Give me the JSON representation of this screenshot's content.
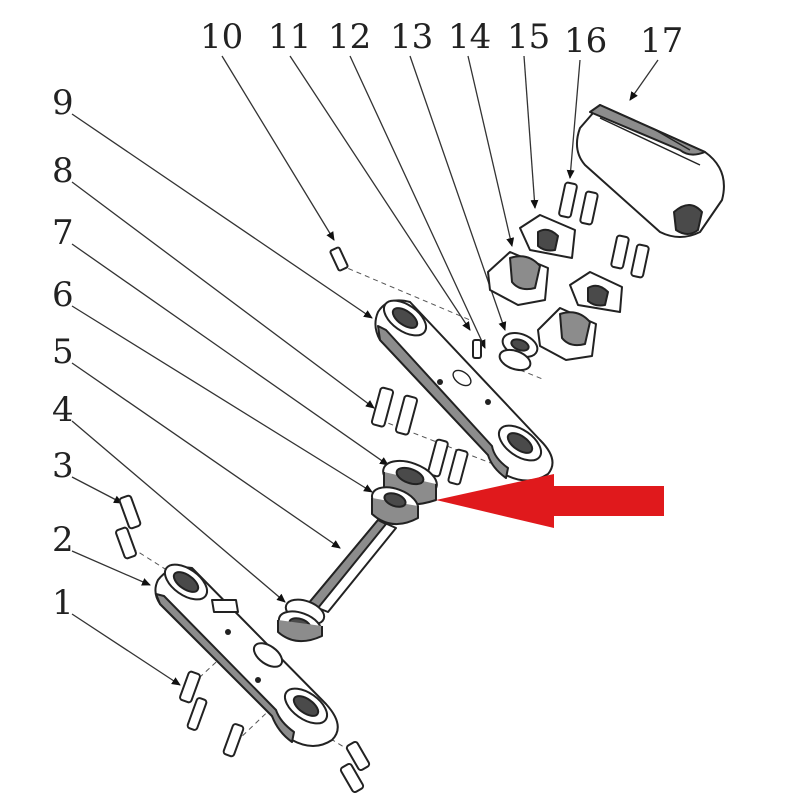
{
  "diagram": {
    "callouts": [
      {
        "id": "1",
        "text": "1"
      },
      {
        "id": "2",
        "text": "2"
      },
      {
        "id": "3",
        "text": "3"
      },
      {
        "id": "4",
        "text": "4"
      },
      {
        "id": "5",
        "text": "5"
      },
      {
        "id": "6",
        "text": "6"
      },
      {
        "id": "7",
        "text": "7"
      },
      {
        "id": "8",
        "text": "8"
      },
      {
        "id": "9",
        "text": "9"
      },
      {
        "id": "10",
        "text": "10"
      },
      {
        "id": "11",
        "text": "11"
      },
      {
        "id": "12",
        "text": "12"
      },
      {
        "id": "13",
        "text": "13"
      },
      {
        "id": "14",
        "text": "14"
      },
      {
        "id": "15",
        "text": "15"
      },
      {
        "id": "16",
        "text": "16"
      },
      {
        "id": "17",
        "text": "17"
      }
    ]
  },
  "colors": {
    "line": "#222222",
    "part_fill": "#ffffff",
    "shade": "#8c8c8c",
    "dark": "#4a4a4a",
    "arrow": "#e0191c"
  },
  "icons": {
    "highlight_arrow": "red-arrow-icon"
  }
}
